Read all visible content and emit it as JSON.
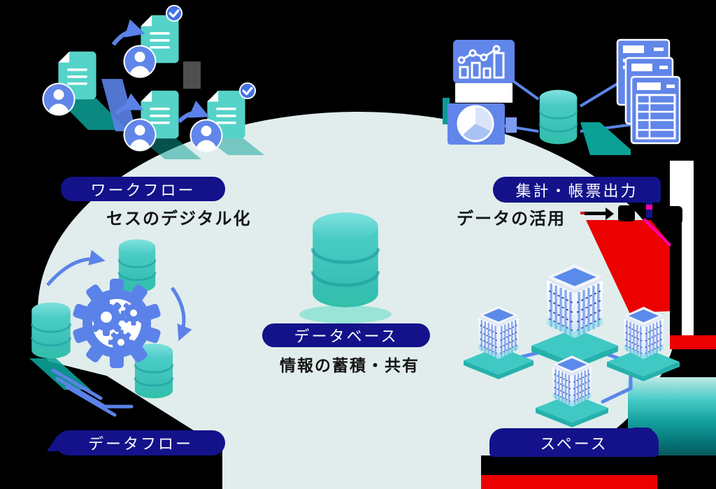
{
  "labels": {
    "workflow": {
      "pill": "ワークフロー",
      "subtitle": "セスのデジタル化"
    },
    "report": {
      "pill": "集計・帳票出力",
      "subtitle": "データの活用"
    },
    "database": {
      "pill": "データベース",
      "subtitle": "情報の蓄積・共有"
    },
    "dataflow": {
      "pill": "データフロー"
    },
    "space": {
      "pill": "スペース"
    }
  },
  "colors": {
    "pill_background": "#13128a",
    "pill_text": "#ffffff",
    "canvas_background": "#000000",
    "stage_ellipse": "#e0edec",
    "teal_primary": "#3cc3bf",
    "teal_light": "#5cd6d2",
    "blue_primary": "#6186e9",
    "subtitle_text": "#151515",
    "glitch_red": "#ec0000",
    "glitch_magenta": "#ff00aa",
    "gray_square": "#4e4e4e"
  },
  "icons": {
    "workflow_cluster": [
      "document-icon",
      "user-avatar-icon",
      "check-badge-icon",
      "flow-arrow-icon"
    ],
    "report_cluster": [
      "bar-line-chart-icon",
      "pie-chart-icon",
      "database-icon",
      "report-form-icon"
    ],
    "database_cluster": [
      "database-icon"
    ],
    "dataflow_cluster": [
      "database-icon",
      "gear-icon",
      "cycle-arrow-icon"
    ],
    "space_cluster": [
      "building-icon",
      "network-line-icon"
    ]
  }
}
